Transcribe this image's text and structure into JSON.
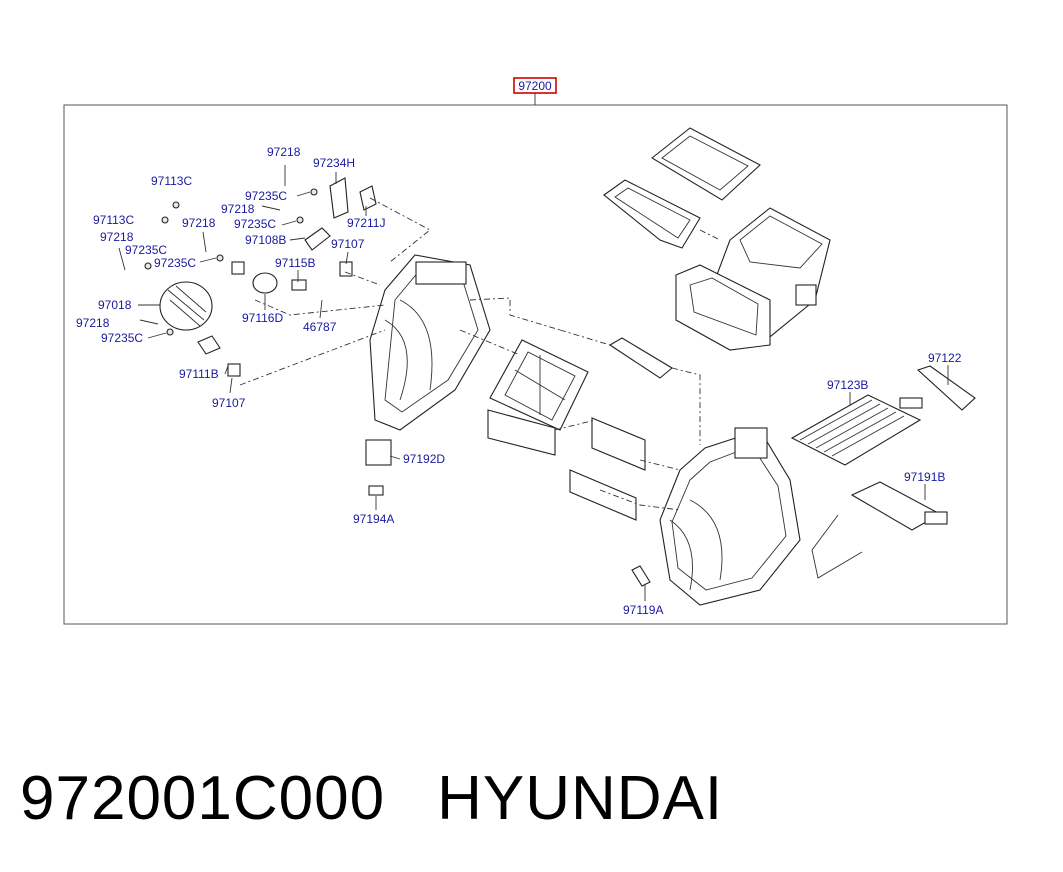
{
  "assembly": {
    "number": "97200",
    "highlight_color": "#d40000"
  },
  "labels": {
    "97218_a": "97218",
    "97234H": "97234H",
    "97113C_a": "97113C",
    "97235C_a": "97235C",
    "97218_b": "97218",
    "97211J": "97211J",
    "97113C_b": "97113C",
    "97218_c": "97218",
    "97235C_b": "97235C",
    "97108B": "97108B",
    "97107_a": "97107",
    "97218_d": "97218",
    "97235C_c": "97235C",
    "97235C_d": "97235C",
    "97115B": "97115B",
    "97018": "97018",
    "97116D": "97116D",
    "46787": "46787",
    "97218_e": "97218",
    "97235C_e": "97235C",
    "97111B": "97111B",
    "97107_b": "97107",
    "97122": "97122",
    "97123B": "97123B",
    "97192D": "97192D",
    "97191B": "97191B",
    "97194A": "97194A",
    "97119A": "97119A"
  },
  "footer": {
    "part_number": "972001C000",
    "brand": "HYUNDAI"
  },
  "colors": {
    "label": "#1a1a9e",
    "line": "#333333"
  }
}
